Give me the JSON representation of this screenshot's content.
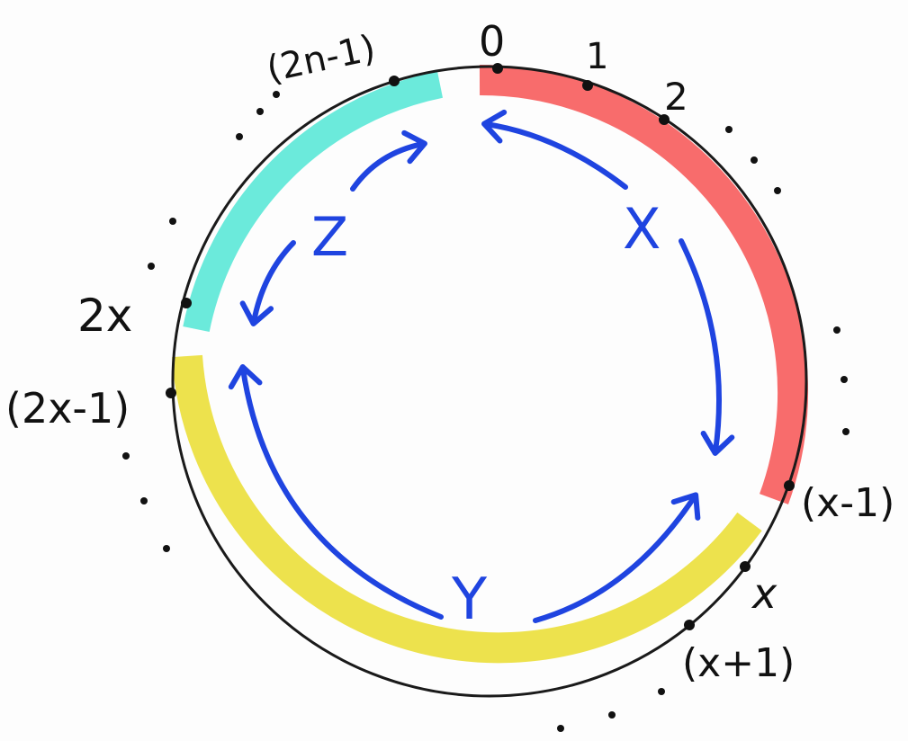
{
  "colors": {
    "ring": "#1a1a1a",
    "dot": "#111111",
    "arc_x": "#f86464",
    "arc_y": "#ebdf3e",
    "arc_z": "#5ee8d8",
    "arrow": "#1f44e0",
    "background": "#fdfdfd"
  },
  "labels": {
    "zero": "0",
    "one": "1",
    "two": "2",
    "last": "(2n-1)",
    "x_minus_1": "(x-1)",
    "x": "x",
    "x_plus_1": "(x+1)",
    "two_x": "2x",
    "two_x_minus_1": "(2x-1)"
  },
  "segments": {
    "x": {
      "letter": "X"
    },
    "y": {
      "letter": "Y"
    },
    "z": {
      "letter": "Z"
    }
  }
}
